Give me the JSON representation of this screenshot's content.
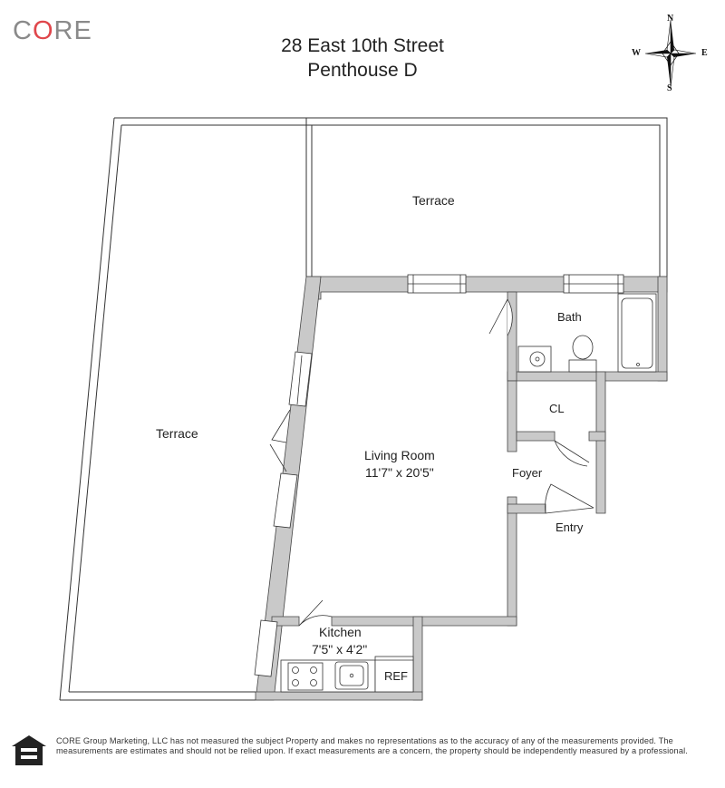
{
  "brand": {
    "logo_prefix": "C",
    "logo_o": "O",
    "logo_suffix": "RE"
  },
  "header": {
    "address": "28 East 10th Street",
    "unit": "Penthouse D"
  },
  "compass": {
    "n": "N",
    "s": "S",
    "e": "E",
    "w": "W"
  },
  "rooms": {
    "terrace_top": "Terrace",
    "terrace_left": "Terrace",
    "living_name": "Living Room",
    "living_dims": "11'7\" x 20'5\"",
    "bath": "Bath",
    "closet": "CL",
    "foyer": "Foyer",
    "entry": "Entry",
    "kitchen_name": "Kitchen",
    "kitchen_dims": "7'5\" x 4'2\"",
    "refrigerator": "REF"
  },
  "footer": {
    "disclaimer": "CORE Group Marketing, LLC has not measured the subject Property and makes no representations as to the accuracy of any of the measurements provided. The measurements are estimates and should not be relied upon. If exact measurements are a concern, the property should be independently measured by a professional."
  }
}
